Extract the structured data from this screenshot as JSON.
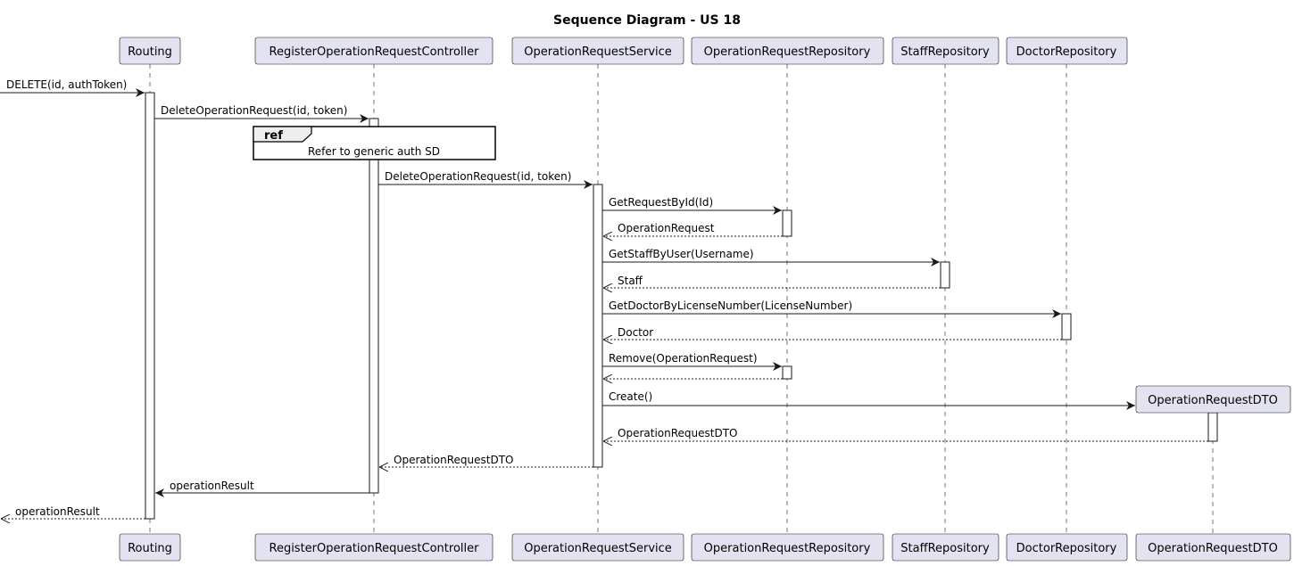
{
  "title": "Sequence Diagram - US 18",
  "participants": {
    "routing": "Routing",
    "controller": "RegisterOperationRequestController",
    "service": "OperationRequestService",
    "opRepo": "OperationRequestRepository",
    "staffRepo": "StaffRepository",
    "doctorRepo": "DoctorRepository",
    "dto": "OperationRequestDTO"
  },
  "ref_frame": {
    "tag": "ref",
    "text": "Refer to generic auth SD"
  },
  "messages": [
    {
      "label": "DELETE(id, authToken)",
      "kind": "call"
    },
    {
      "label": "DeleteOperationRequest(id, token)",
      "kind": "call"
    },
    {
      "label": "DeleteOperationRequest(id, token)",
      "kind": "call"
    },
    {
      "label": "GetRequestById(Id)",
      "kind": "call"
    },
    {
      "label": "OperationRequest",
      "kind": "return"
    },
    {
      "label": "GetStaffByUser(Username)",
      "kind": "call"
    },
    {
      "label": "Staff",
      "kind": "return"
    },
    {
      "label": "GetDoctorByLicenseNumber(LicenseNumber)",
      "kind": "call"
    },
    {
      "label": "Doctor",
      "kind": "return"
    },
    {
      "label": "Remove(OperationRequest)",
      "kind": "call"
    },
    {
      "label": "",
      "kind": "return"
    },
    {
      "label": "Create()",
      "kind": "create"
    },
    {
      "label": "OperationRequestDTO",
      "kind": "return"
    },
    {
      "label": "OperationRequestDTO",
      "kind": "return"
    },
    {
      "label": "operationResult",
      "kind": "return"
    },
    {
      "label": "operationResult",
      "kind": "return"
    }
  ]
}
